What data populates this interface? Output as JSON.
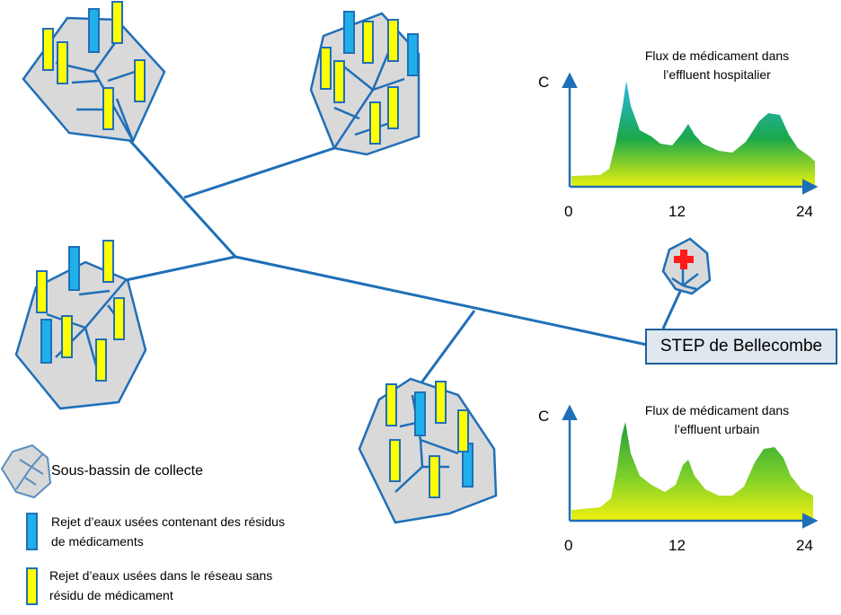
{
  "station": {
    "label": "STEP de Bellecombe"
  },
  "graphs": [
    {
      "title_line1": "Flux de médicament dans",
      "title_line2": "l’effluent hospitalier",
      "y_axis_label": "C",
      "x_ticks": [
        "0",
        "12",
        "24"
      ],
      "gradient_top": "#2ab7e8",
      "gradient_mid": "#1aa84a",
      "gradient_bottom": "#e8f010"
    },
    {
      "title_line1": "Flux de médicament dans",
      "title_line2": "l’effluent urbain",
      "y_axis_label": "C",
      "x_ticks": [
        "0",
        "12",
        "24"
      ],
      "gradient_top": "#1e9e3a",
      "gradient_mid": "#7ccf2a",
      "gradient_bottom": "#f0f010"
    }
  ],
  "legend": {
    "basin_label": "Sous-bassin de collecte",
    "blue_label_line1": "Rejet d’eaux usées contenant des résidus",
    "blue_label_line2": "de médicaments",
    "yellow_label_line1": "Rejet d’eaux usées dans le réseau sans",
    "yellow_label_line2": "résidu de médicament"
  },
  "colors": {
    "network_line": "#1f6fb8",
    "basin_fill": "#d9d9d9",
    "basin_border": "#1f6fb8",
    "discharge_with_residue": "#1fb0ea",
    "discharge_without_residue": "#ffff00",
    "hospital_cross": "#ff1a1a",
    "axis": "#1f6fb8"
  }
}
